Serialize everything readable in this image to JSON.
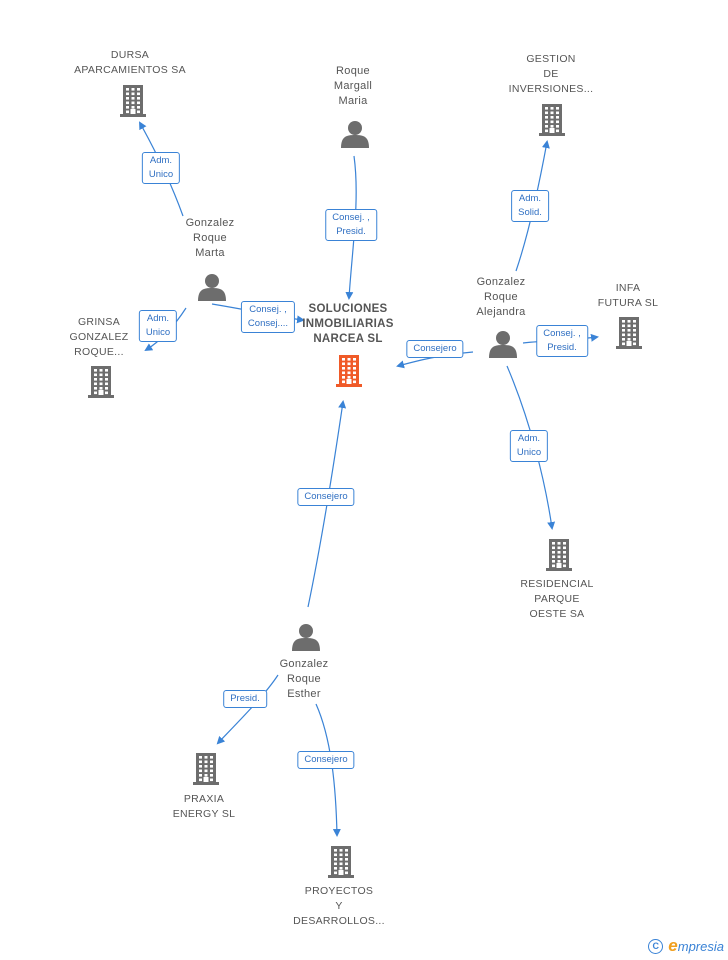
{
  "colors": {
    "edge": "#3a83d6",
    "icon": "#6d6d6d",
    "central_icon": "#f05a28"
  },
  "nodes": [
    {
      "id": "dursa",
      "type": "company",
      "lines": [
        "DURSA",
        "APARCAMIENTOS SA"
      ]
    },
    {
      "id": "roque_margall",
      "type": "person",
      "lines": [
        "Roque",
        "Margall",
        "Maria"
      ]
    },
    {
      "id": "gestion",
      "type": "company",
      "lines": [
        "GESTION",
        "DE",
        "INVERSIONES..."
      ]
    },
    {
      "id": "gonzalez_marta",
      "type": "person",
      "lines": [
        "Gonzalez",
        "Roque",
        "Marta"
      ]
    },
    {
      "id": "central",
      "type": "central",
      "lines": [
        "SOLUCIONES",
        "INMOBILIARIAS",
        "NARCEA  SL"
      ]
    },
    {
      "id": "gonzalez_alejandra",
      "type": "person",
      "lines": [
        "Gonzalez",
        "Roque",
        "Alejandra"
      ]
    },
    {
      "id": "infa",
      "type": "company",
      "lines": [
        "INFA",
        "FUTURA SL"
      ]
    },
    {
      "id": "grinsa",
      "type": "company",
      "lines": [
        "GRINSA",
        "GONZALEZ",
        "ROQUE..."
      ]
    },
    {
      "id": "residencial",
      "type": "company",
      "lines": [
        "RESIDENCIAL",
        "PARQUE",
        "OESTE SA"
      ]
    },
    {
      "id": "gonzalez_esther",
      "type": "person",
      "lines": [
        "Gonzalez",
        "Roque",
        "Esther"
      ]
    },
    {
      "id": "praxia",
      "type": "company",
      "lines": [
        "PRAXIA",
        "ENERGY  SL"
      ]
    },
    {
      "id": "proyectos",
      "type": "company",
      "lines": [
        "PROYECTOS",
        "Y",
        "DESARROLLOS..."
      ]
    }
  ],
  "edges": [
    {
      "from": "gonzalez_marta",
      "to": "dursa",
      "lines": [
        "Adm.",
        "Unico"
      ]
    },
    {
      "from": "roque_margall",
      "to": "central",
      "lines": [
        "Consej. ,",
        "Presid."
      ]
    },
    {
      "from": "gonzalez_alejandra",
      "to": "gestion",
      "lines": [
        "Adm.",
        "Solid."
      ]
    },
    {
      "from": "gonzalez_marta",
      "to": "grinsa",
      "lines": [
        "Adm.",
        "Unico"
      ]
    },
    {
      "from": "gonzalez_marta",
      "to": "central",
      "lines": [
        "Consej. ,",
        "Consej...."
      ]
    },
    {
      "from": "gonzalez_alejandra",
      "to": "central",
      "lines": [
        "Consejero"
      ]
    },
    {
      "from": "gonzalez_alejandra",
      "to": "infa",
      "lines": [
        "Consej. ,",
        "Presid."
      ]
    },
    {
      "from": "gonzalez_alejandra",
      "to": "residencial",
      "lines": [
        "Adm.",
        "Unico"
      ]
    },
    {
      "from": "gonzalez_esther",
      "to": "central",
      "lines": [
        "Consejero"
      ]
    },
    {
      "from": "gonzalez_esther",
      "to": "praxia",
      "lines": [
        "Presid."
      ]
    },
    {
      "from": "gonzalez_esther",
      "to": "proyectos",
      "lines": [
        "Consejero"
      ]
    }
  ],
  "footer": {
    "copyright_symbol": "C",
    "brand_initial": "e",
    "brand_rest": "mpresia"
  }
}
